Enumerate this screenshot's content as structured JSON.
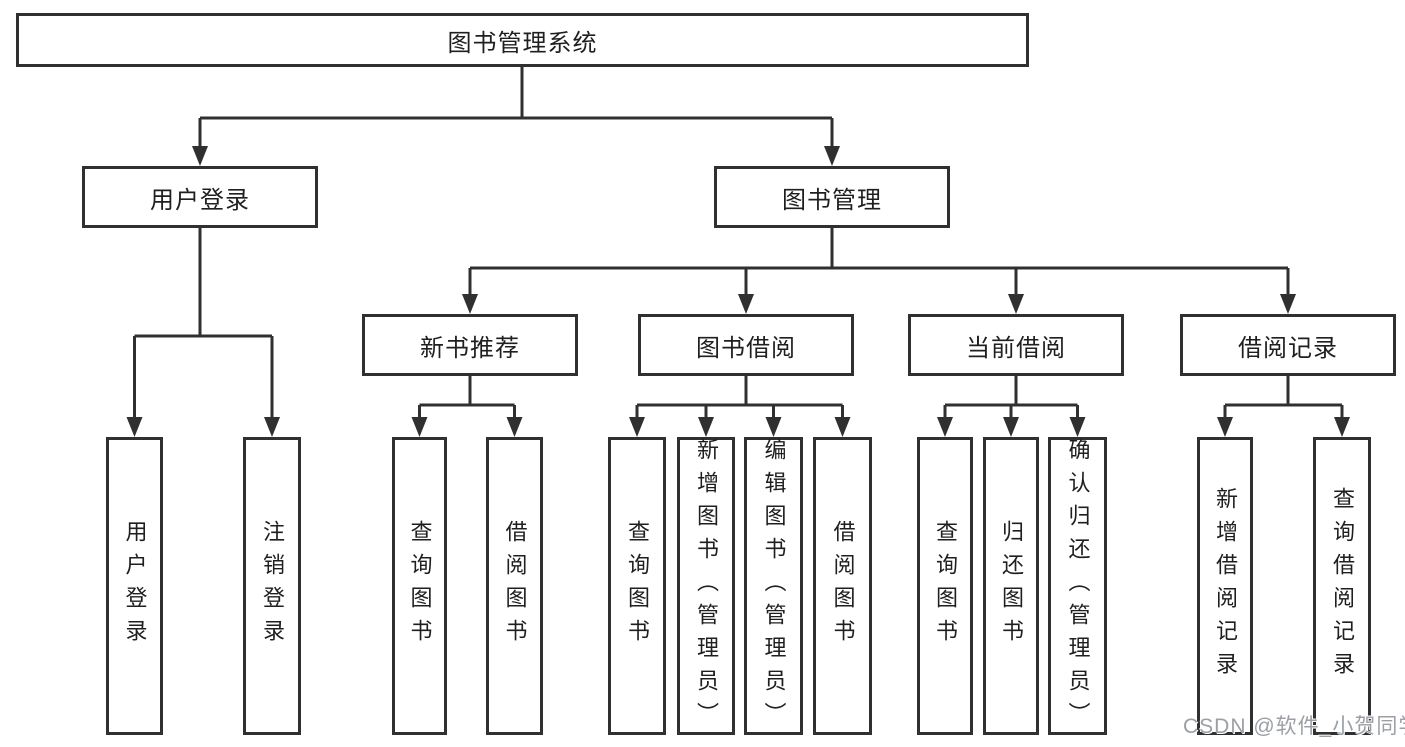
{
  "diagram_title": "图书管理系统",
  "tree": {
    "label": "图书管理系统",
    "children": [
      {
        "label": "用户登录",
        "children": [
          {
            "label": "用户登录"
          },
          {
            "label": "注销登录"
          }
        ]
      },
      {
        "label": "图书管理",
        "children": [
          {
            "label": "新书推荐",
            "children": [
              {
                "label": "查询图书"
              },
              {
                "label": "借阅图书"
              }
            ]
          },
          {
            "label": "图书借阅",
            "children": [
              {
                "label": "查询图书"
              },
              {
                "label": "新增图书（管理员）"
              },
              {
                "label": "编辑图书（管理员）"
              },
              {
                "label": "借阅图书"
              }
            ]
          },
          {
            "label": "当前借阅",
            "children": [
              {
                "label": "查询图书"
              },
              {
                "label": "归还图书"
              },
              {
                "label": "确认归还（管理员）"
              }
            ]
          },
          {
            "label": "借阅记录",
            "children": [
              {
                "label": "新增借阅记录"
              },
              {
                "label": "查询借阅记录"
              }
            ]
          }
        ]
      }
    ]
  },
  "watermark": {
    "text": "CSDN @软件_小贺同学"
  },
  "colors": {
    "background": "#ffffff",
    "box_fill": "#ffffff",
    "box_border": "#303030",
    "connector_line": "#303030",
    "text": "#1f1f1f",
    "watermark_text": "#9aa0a6"
  }
}
